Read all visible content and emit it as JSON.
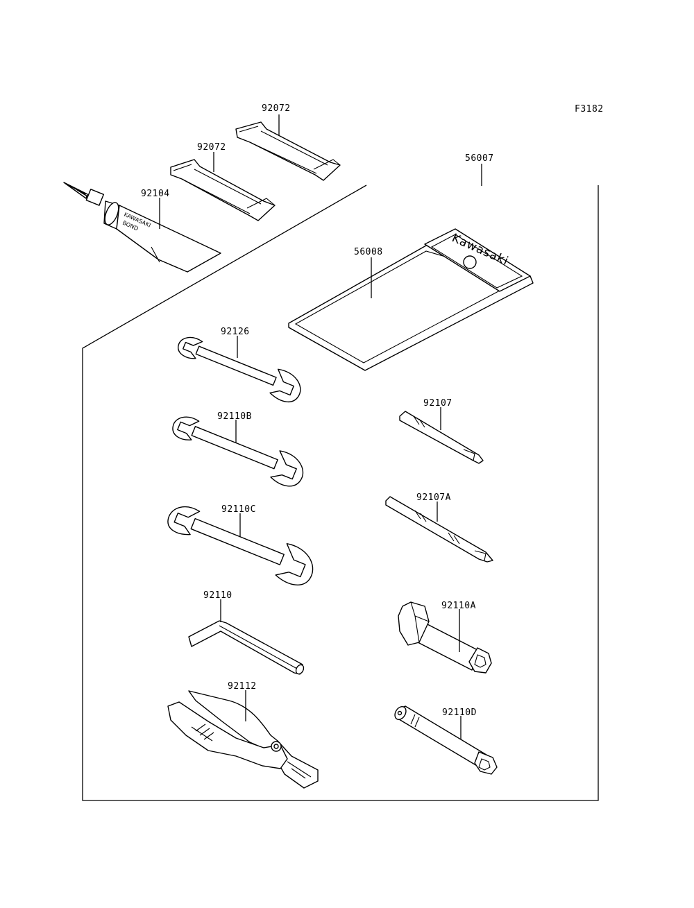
{
  "diagram_code": "F3182",
  "parts": {
    "strap_top": "92072",
    "strap_mid": "92072",
    "bond": "92104",
    "tool_bag": "56007",
    "bag_flap": "56008",
    "wrench_a": "92126",
    "wrench_b": "92110B",
    "wrench_c": "92110C",
    "hex_key": "92110",
    "pliers": "92112",
    "screwdriver": "92107",
    "screwdriver_a": "92107A",
    "box_wrench": "92110A",
    "tube_wrench": "92110D"
  },
  "markings": {
    "tube_brand": "KAWASAKI",
    "tube_product": "BOND",
    "bag_brand": "Kawasaki"
  }
}
